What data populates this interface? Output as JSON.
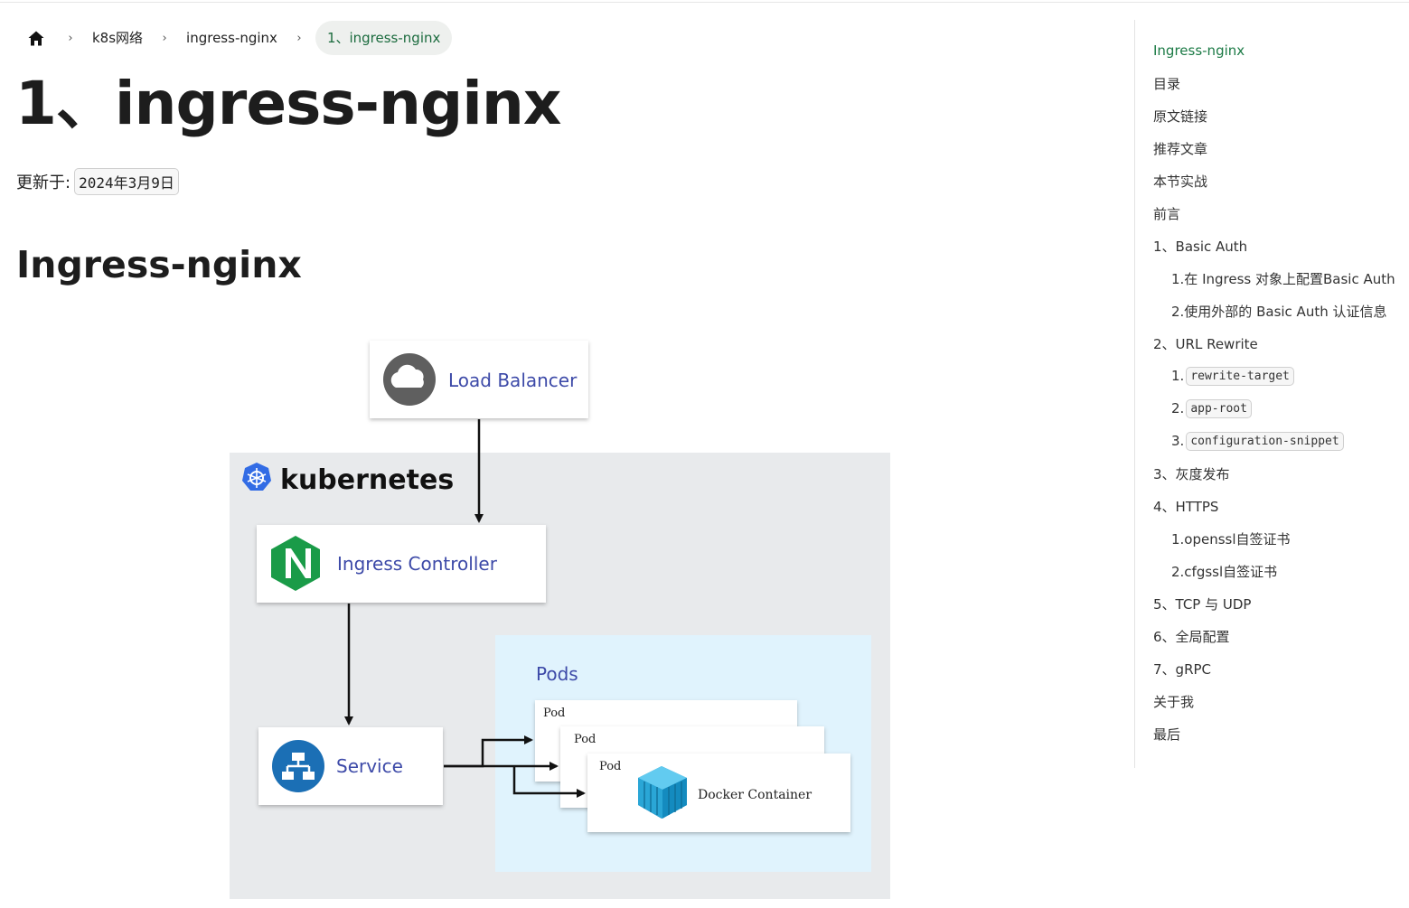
{
  "breadcrumb": {
    "items": [
      "k8s网络",
      "ingress-nginx"
    ],
    "current": "1、ingress-nginx"
  },
  "page": {
    "title": "1、ingress-nginx",
    "updated_label": "更新于:",
    "updated_date": "2024年3月9日",
    "section_title": "Ingress-nginx"
  },
  "diagram": {
    "load_balancer": "Load Balancer",
    "kubernetes": "kubernetes",
    "ingress_controller": "Ingress Controller",
    "service": "Service",
    "pods": "Pods",
    "pod": "Pod",
    "docker_container": "Docker Container",
    "colors": {
      "k8s_bg": "#e8eaec",
      "pods_bg": "#e0f3fd",
      "nginx_green": "#1a9b48",
      "k8s_blue": "#326ce5",
      "service_blue": "#1b6fb5",
      "docker_blue": "#2aa6d6",
      "label_text": "#3d4aa8"
    }
  },
  "toc": {
    "items": [
      {
        "label": "Ingress-nginx",
        "level": 0,
        "active": true
      },
      {
        "label": "目录",
        "level": 0
      },
      {
        "label": "原文链接",
        "level": 0
      },
      {
        "label": "推荐文章",
        "level": 0
      },
      {
        "label": "本节实战",
        "level": 0
      },
      {
        "label": "前言",
        "level": 0
      },
      {
        "label": "1、Basic Auth",
        "level": 0
      },
      {
        "label": "1.在 Ingress 对象上配置Basic Auth",
        "level": 1
      },
      {
        "label": "2.使用外部的 Basic Auth 认证信息",
        "level": 1
      },
      {
        "label": "2、URL Rewrite",
        "level": 0
      },
      {
        "prefix": "1.",
        "code": "rewrite-target",
        "level": 1
      },
      {
        "prefix": "2.",
        "code": "app-root",
        "level": 1
      },
      {
        "prefix": "3.",
        "code": "configuration-snippet",
        "level": 1
      },
      {
        "label": "3、灰度发布",
        "level": 0
      },
      {
        "label": "4、HTTPS",
        "level": 0
      },
      {
        "label": "1.openssl自签证书",
        "level": 1
      },
      {
        "label": "2.cfgssl自签证书",
        "level": 1
      },
      {
        "label": "5、TCP 与 UDP",
        "level": 0
      },
      {
        "label": "6、全局配置",
        "level": 0
      },
      {
        "label": "7、gRPC",
        "level": 0
      },
      {
        "label": "关于我",
        "level": 0
      },
      {
        "label": "最后",
        "level": 0
      }
    ]
  },
  "icons": {
    "home": "home-icon",
    "separator": "chevron-right-icon"
  }
}
